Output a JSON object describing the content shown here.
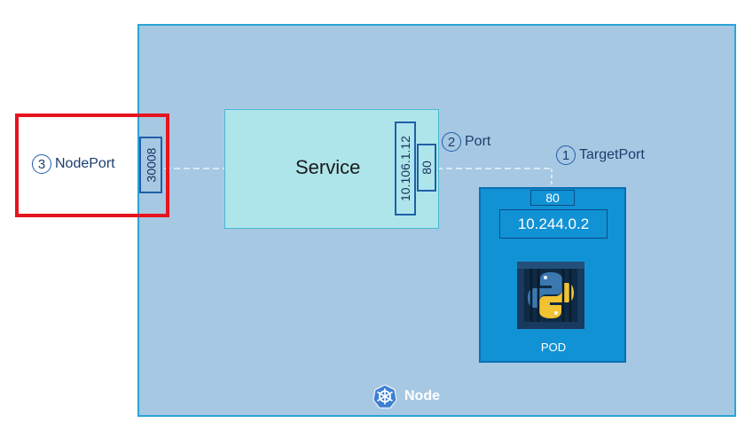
{
  "diagram": {
    "node": {
      "label": "Node",
      "icon": "kubernetes-wheel-icon"
    },
    "service": {
      "label": "Service",
      "cluster_ip": "10.106.1.12",
      "port_value": "80"
    },
    "nodeport": {
      "number": "3",
      "label": "NodePort",
      "value": "30008"
    },
    "port": {
      "number": "2",
      "label": "Port"
    },
    "targetport": {
      "number": "1",
      "label": "TargetPort"
    },
    "pod": {
      "label": "POD",
      "port_value": "80",
      "ip": "10.244.0.2",
      "icon": "python-container-icon"
    },
    "highlight": {
      "color": "#e5141e"
    }
  },
  "colors": {
    "node_fill": "#a7c8e3",
    "service_fill": "#aee5eb",
    "pod_fill": "#1192d5",
    "outline": "#1f5fa8"
  }
}
